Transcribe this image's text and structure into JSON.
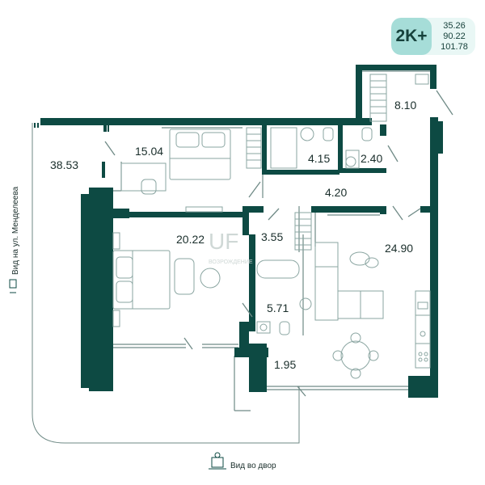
{
  "badge": {
    "type": "2K+",
    "areas": [
      "35.26",
      "90.22",
      "101.78"
    ]
  },
  "rooms": [
    {
      "id": "balcony",
      "area": "38.53"
    },
    {
      "id": "bedroom",
      "area": "15.04"
    },
    {
      "id": "bathroom-1",
      "area": "4.15"
    },
    {
      "id": "wc",
      "area": "2.40"
    },
    {
      "id": "storage",
      "area": "8.10"
    },
    {
      "id": "hall",
      "area": "4.20"
    },
    {
      "id": "master-bedroom",
      "area": "20.22"
    },
    {
      "id": "corridor",
      "area": "3.55"
    },
    {
      "id": "living-kitchen",
      "area": "24.90"
    },
    {
      "id": "bathroom-2",
      "area": "5.71"
    },
    {
      "id": "laundry",
      "area": "1.95"
    }
  ],
  "views": {
    "street": "Вид на ул. Менделеева",
    "yard": "Вид во двор"
  },
  "watermark": {
    "logo": "UF",
    "text": "ВОЗРОЖДЕНИЕ"
  },
  "colors": {
    "wall": "#0d4a43",
    "thin": "#6f8a86",
    "furniture": "#8aa5a1",
    "badge_pill": "#a6ddd8",
    "badge_bg": "#e9f7f5"
  }
}
